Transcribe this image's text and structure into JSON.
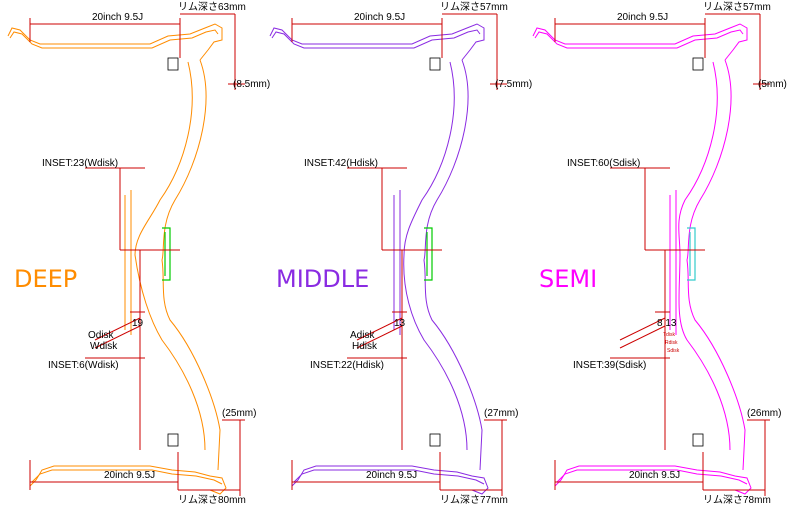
{
  "colors": {
    "deep": "#ff8c00",
    "middle": "#8a2be2",
    "semi": "#ff00ff",
    "dim_line": "#cc0000",
    "hub_deep": "#00cc00",
    "hub_middle": "#00cc00",
    "hub_semi": "#33cccc",
    "label": "#000000"
  },
  "panels": {
    "deep": {
      "title": "DEEP",
      "top_width": "20inch 9.5J",
      "top_rim": "リム深さ63mm",
      "top_step": "(8.5mm)",
      "inset_top": "INSET:23(Wdisk)",
      "disk_a": "Odisk",
      "disk_b": "Wdisk",
      "disk_num": "19",
      "inset_bottom": "INSET:6(Wdisk)",
      "bottom_step": "(25mm)",
      "bottom_width": "20inch 9.5J",
      "bottom_rim": "リム深さ80mm"
    },
    "middle": {
      "title": "MIDDLE",
      "top_width": "20inch 9.5J",
      "top_rim": "リム深さ57mm",
      "top_step": "(7.5mm)",
      "inset_top": "INSET:42(Hdisk)",
      "disk_a": "Adisk",
      "disk_b": "Hdisk",
      "disk_num": "13",
      "inset_bottom": "INSET:22(Hdisk)",
      "bottom_step": "(27mm)",
      "bottom_width": "20inch 9.5J",
      "bottom_rim": "リム深さ77mm"
    },
    "semi": {
      "title": "SEMI",
      "top_width": "20inch 9.5J",
      "top_rim": "リム深さ57mm",
      "top_step": "(5mm)",
      "inset_top": "INSET:60(Sdisk)",
      "disk_a": "Tdisk",
      "disk_b": "Rdisk",
      "disk_c": "Sdisk",
      "disk_num": "8 13",
      "inset_bottom": "INSET:39(Sdisk)",
      "bottom_step": "(26mm)",
      "bottom_width": "20inch 9.5J",
      "bottom_rim": "リム深さ78mm"
    }
  }
}
